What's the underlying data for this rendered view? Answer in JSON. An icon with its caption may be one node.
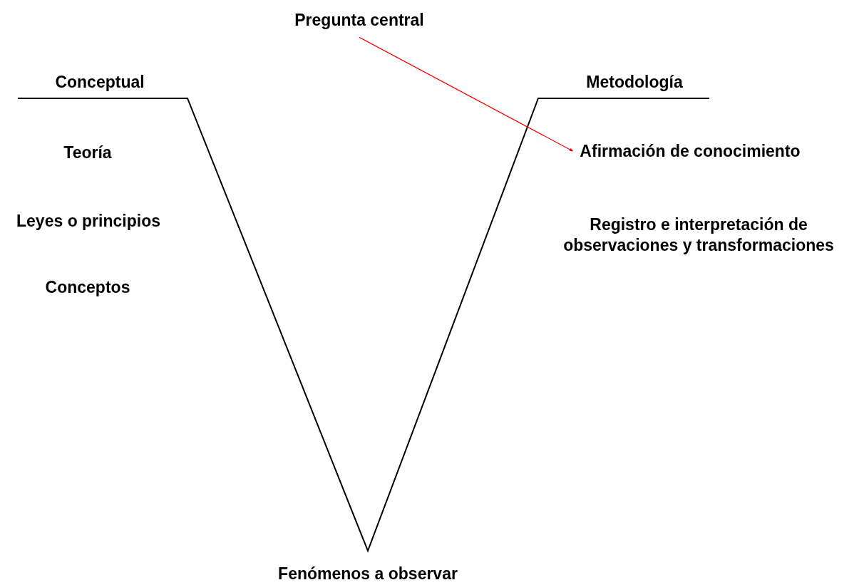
{
  "diagram": {
    "nodes": [
      {
        "text": [
          "Pregunta central"
        ]
      },
      {
        "text": [
          "Afirmación de conocimiento"
        ]
      }
    ],
    "edges": [
      {
        "from": 0,
        "to": 1,
        "arrow": "to",
        "color": "#ff0000"
      }
    ],
    "labels": [
      "Conceptual",
      "Metodología",
      "Teoría",
      "Leyes o principios",
      "Registro e interpretación de observaciones y transformaciones",
      "Conceptos",
      "Fenómenos a observar"
    ]
  }
}
